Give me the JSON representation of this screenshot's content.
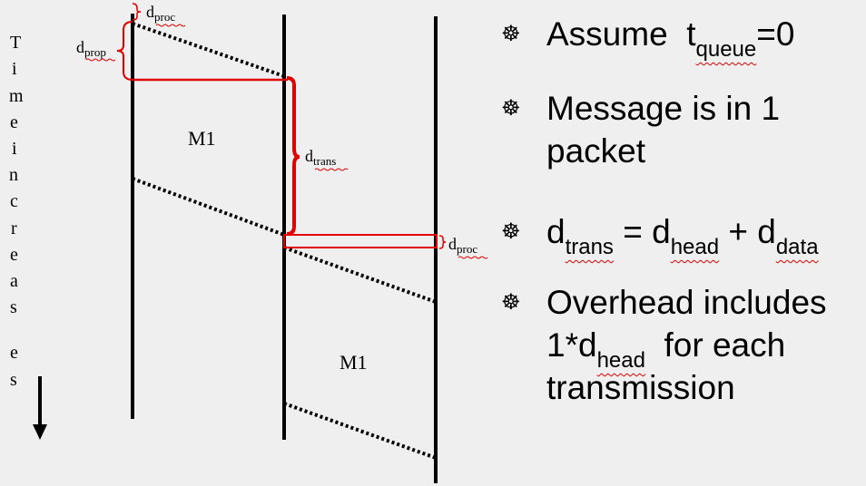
{
  "axis": {
    "letters": [
      "T",
      "i",
      "m",
      "e",
      "i",
      "n",
      "c",
      "r",
      "e",
      "a",
      "s",
      "e",
      "s"
    ]
  },
  "messages": {
    "m1_top": "M1",
    "m1_bottom": "M1"
  },
  "delays": {
    "proc_top": {
      "main": "d",
      "sub": "proc"
    },
    "prop": {
      "main": "d",
      "sub": "prop"
    },
    "trans": {
      "main": "d",
      "sub": "trans"
    },
    "proc_right": {
      "main": "d",
      "sub": "proc"
    }
  },
  "bullets": {
    "glyph": "☸",
    "b1": {
      "text": "Assume  ",
      "t_main": "t",
      "t_sub": "queue",
      "tail": "=0"
    },
    "b2": {
      "text": "Message is in 1 packet"
    },
    "b3": {
      "d1": "d",
      "d1_sub": "trans",
      "eq": " = ",
      "d2": "d",
      "d2_sub": "head",
      "plus": " + ",
      "d3": "d",
      "d3_sub": "data"
    },
    "b4": {
      "line1": "Overhead includes",
      "pre": "1*",
      "d": "d",
      "d_sub": "head",
      "post": "  for each",
      "line3": "transmission"
    }
  },
  "colors": {
    "accent": "#e00000",
    "line": "#000000",
    "background": "#efefef"
  }
}
